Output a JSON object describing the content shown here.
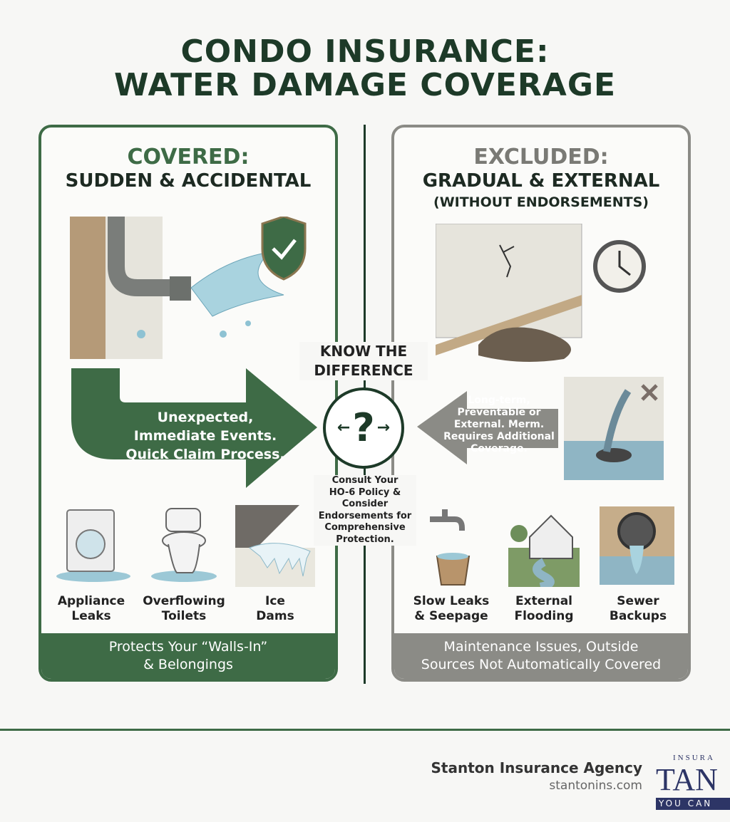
{
  "title": {
    "line1": "CONDO INSURANCE:",
    "line2": "WATER DAMAGE COVERAGE"
  },
  "colors": {
    "green": "#3e6b46",
    "gray": "#8b8b86",
    "dark_green": "#1d3a28"
  },
  "covered": {
    "heading": "COVERED:",
    "subheading": "SUDDEN & ACCIDENTAL",
    "arrow_text": [
      "Unexpected,",
      "Immediate Events.",
      "Quick Claim Process."
    ],
    "items": [
      {
        "label1": "Appliance",
        "label2": "Leaks",
        "icon": "washing-machine-icon"
      },
      {
        "label1": "Overflowing",
        "label2": "Toilets",
        "icon": "toilet-icon"
      },
      {
        "label1": "Ice",
        "label2": "Dams",
        "icon": "ice-dam-icon"
      }
    ],
    "footer": [
      "Protects Your “Walls-In”",
      "& Belongings"
    ]
  },
  "excluded": {
    "heading": "EXCLUDED:",
    "subheading": "GRADUAL & EXTERNAL",
    "note": "(WITHOUT ENDORSEMENTS)",
    "arrow_text": [
      "Long-term,",
      "Preventable or",
      "External. Merm.",
      "Requires Additional",
      "Coverage."
    ],
    "items": [
      {
        "label1": "Slow Leaks",
        "label2": "& Seepage",
        "icon": "faucet-bucket-icon"
      },
      {
        "label1": "External",
        "label2": "Flooding",
        "icon": "flooded-house-icon"
      },
      {
        "label1": "Sewer",
        "label2": "Backups",
        "icon": "sewer-pipe-icon"
      }
    ],
    "footer": [
      "Maintenance Issues, Outside",
      "Sources Not Automatically Covered"
    ]
  },
  "center": {
    "heading": [
      "KNOW THE",
      "DIFFERENCE"
    ],
    "symbol": "?",
    "advice": [
      "Consult Your",
      "HO-6 Policy &",
      "Consider",
      "Endorsements for",
      "Comprehensive",
      "Protection."
    ]
  },
  "brand": {
    "name": "Stanton Insurance Agency",
    "url": "stantonins.com",
    "logo_top": "INSURA",
    "logo_main": "TAN",
    "logo_bottom": "YOU CAN"
  }
}
